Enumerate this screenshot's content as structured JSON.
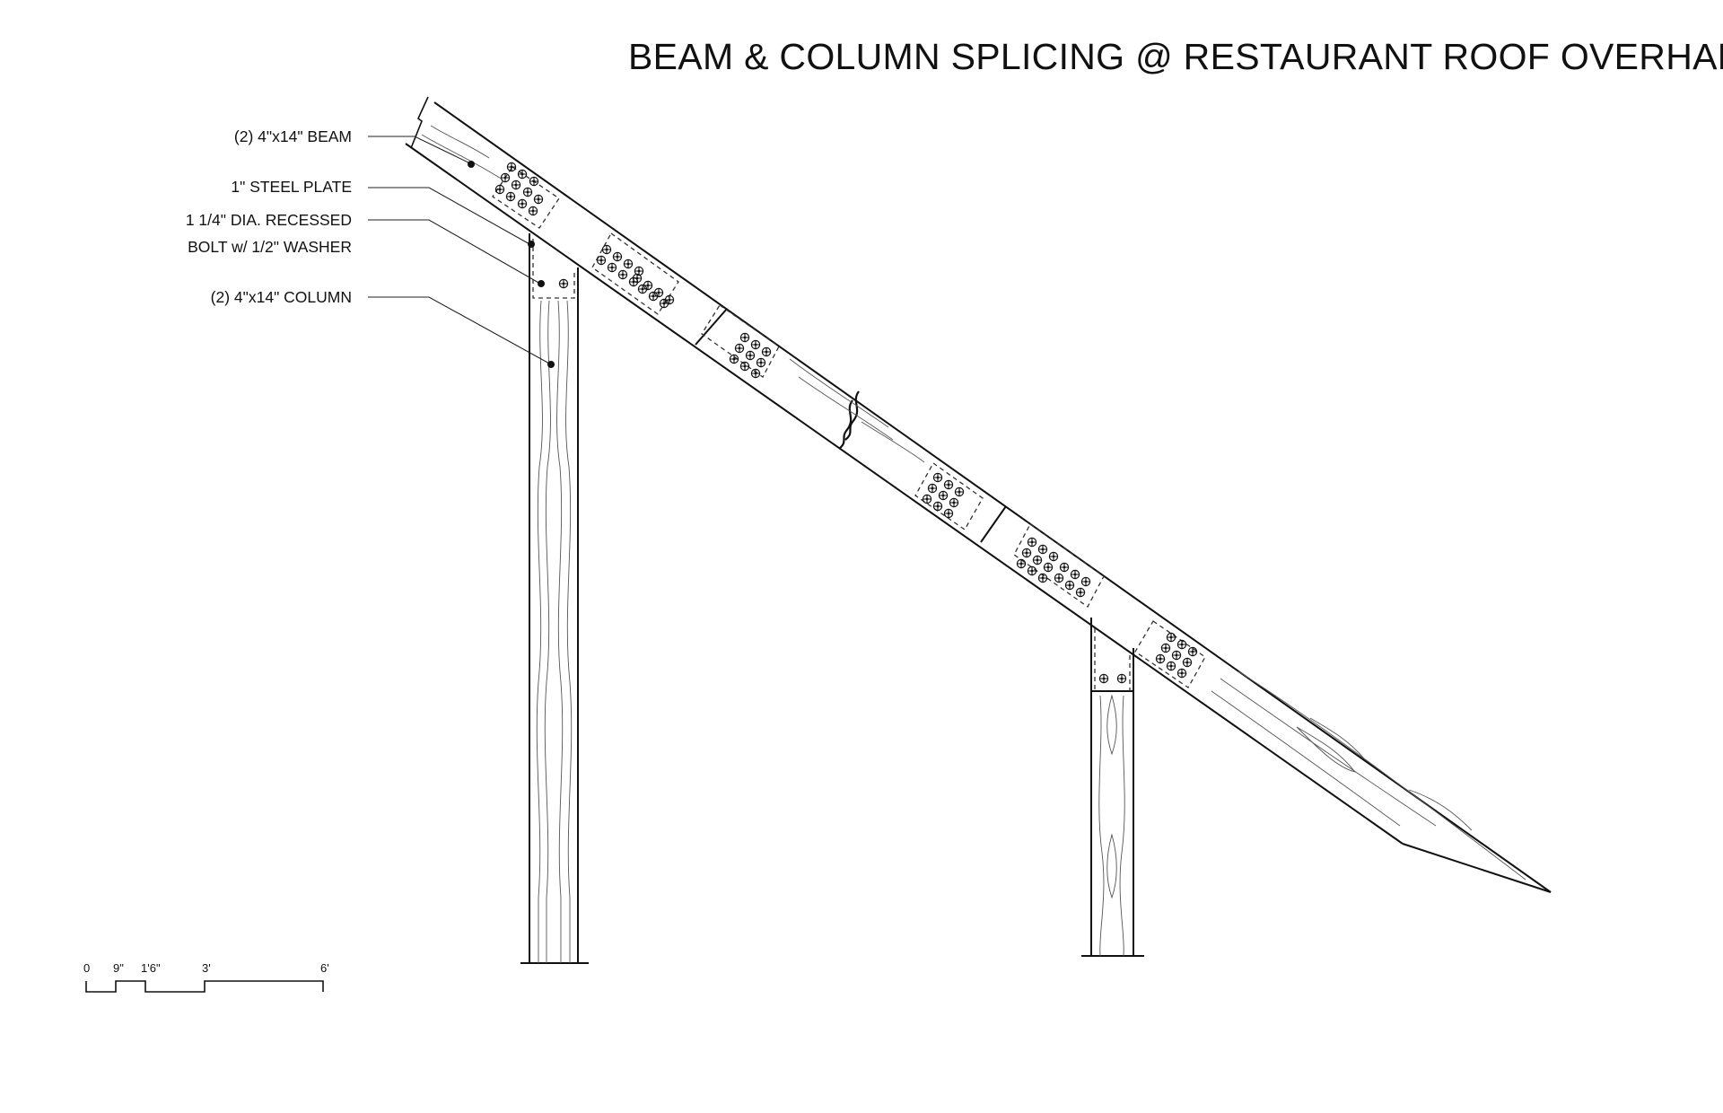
{
  "title": "BEAM & COLUMN SPLICING @ RESTAURANT ROOF OVERHANG",
  "callouts": {
    "beam": "(2) 4\"x14\" BEAM",
    "steel_plate": "1\" STEEL PLATE",
    "bolt_line1": "1 1/4\" DIA. RECESSED",
    "bolt_line2": "BOLT w/ 1/2\" WASHER",
    "column": "(2) 4\"x14\" COLUMN"
  },
  "scale_bar": {
    "labels": [
      "0",
      "9\"",
      "1'6\"",
      "3'",
      "6'"
    ]
  },
  "colors": {
    "line": "#111111",
    "dash": "#333333",
    "background": "#ffffff"
  }
}
